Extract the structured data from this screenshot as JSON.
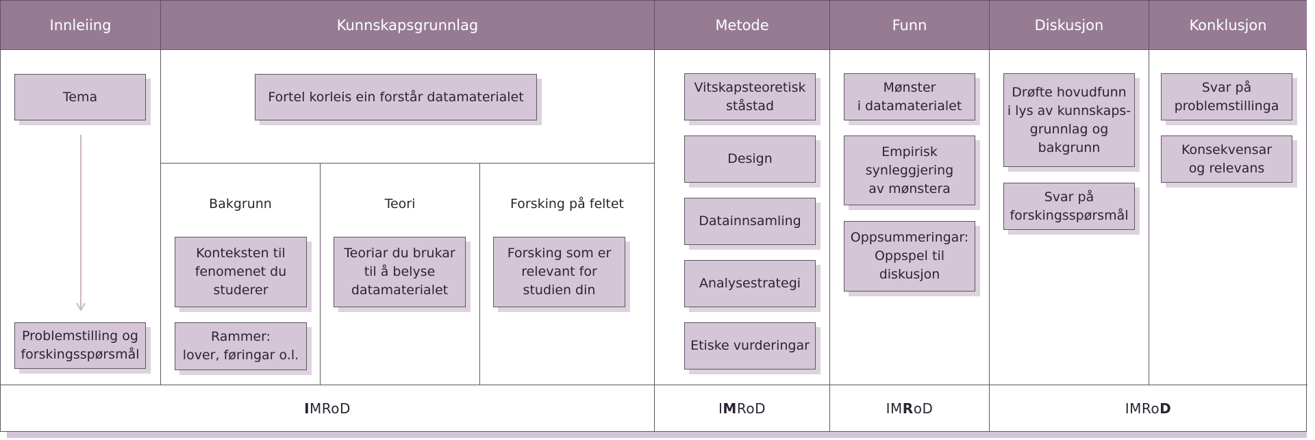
{
  "headers": {
    "innleiing": "Innleiing",
    "kunnskapsgrunnlag": "Kunnskapsgrunnlag",
    "metode": "Metode",
    "funn": "Funn",
    "diskusjon": "Diskusjon",
    "konklusjon": "Konklusjon"
  },
  "innleiing": {
    "tema": "Tema",
    "problemstilling": "Problemstilling og\nforskingsspørsmål"
  },
  "kunnskapsgrunnlag": {
    "top_box": "Fortel korleis ein forstår datamaterialet",
    "bakgrunn": {
      "label": "Bakgrunn",
      "box1": "Konteksten til\nfenomenet du\nstuderer",
      "box2": "Rammer:\nlover, føringar o.l."
    },
    "teori": {
      "label": "Teori",
      "box1": "Teoriar du brukar\ntil å belyse\ndatamaterialet"
    },
    "forsking": {
      "label": "Forsking på feltet",
      "box1": "Forsking som er\nrelevant for\nstudien din"
    }
  },
  "metode": {
    "items": [
      "Vitskapsteoretisk\nståstad",
      "Design",
      "Datainnsamling",
      "Analysestrategi",
      "Etiske vurderingar"
    ]
  },
  "funn": {
    "items": [
      "Mønster\ni datamaterialet",
      "Empirisk\nsynleggjering\nav mønstera",
      "Oppsummeringar:\nOppspel til\ndiskusjon"
    ]
  },
  "diskusjon": {
    "items": [
      "Drøfte hovudfunn\ni lys av kunnskaps-\ngrunnlag og\nbakgrunn",
      "Svar på\nforskingsspørsmål"
    ]
  },
  "konklusjon": {
    "items": [
      "Svar på\nproblemstillinga",
      "Konsekvensar\nog relevans"
    ]
  },
  "imrod": {
    "i": {
      "pre": "",
      "bold": "I",
      "post": "MRoD"
    },
    "m": {
      "pre": "I",
      "bold": "M",
      "post": "RoD"
    },
    "r": {
      "pre": "IM",
      "bold": "R",
      "post": "oD"
    },
    "d": {
      "pre": "IMRo",
      "bold": "D",
      "post": ""
    }
  },
  "colors": {
    "header_bg": "#977b92",
    "box_bg": "#d4c6d6",
    "border": "#5e5364",
    "arrow": "#c9b6c8"
  }
}
